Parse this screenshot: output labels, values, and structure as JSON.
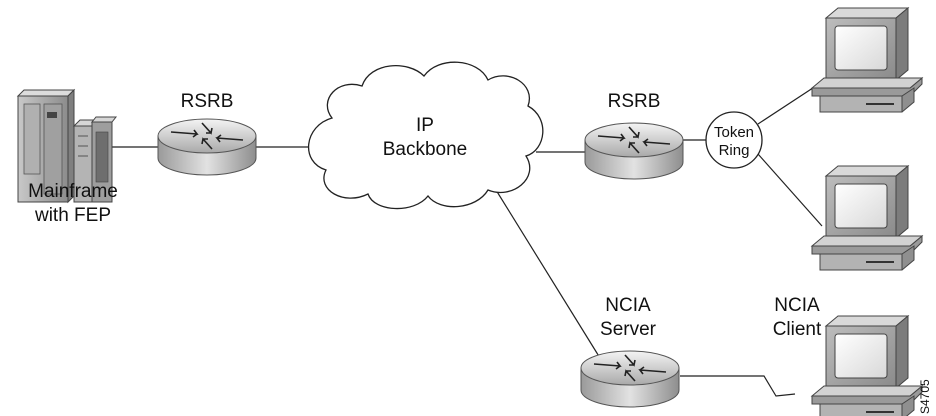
{
  "nodes": {
    "mainframe": {
      "line1": "Mainframe",
      "line2": "with FEP"
    },
    "rsrb_left": {
      "label": "RSRB"
    },
    "backbone": {
      "line1": "IP",
      "line2": "Backbone"
    },
    "rsrb_right": {
      "label": "RSRB"
    },
    "token_ring": {
      "line1": "Token",
      "line2": "Ring"
    },
    "ncia_server": {
      "line1": "NCIA",
      "line2": "Server"
    },
    "ncia_client": {
      "line1": "NCIA",
      "line2": "Client"
    }
  },
  "figure_id": "S4705"
}
